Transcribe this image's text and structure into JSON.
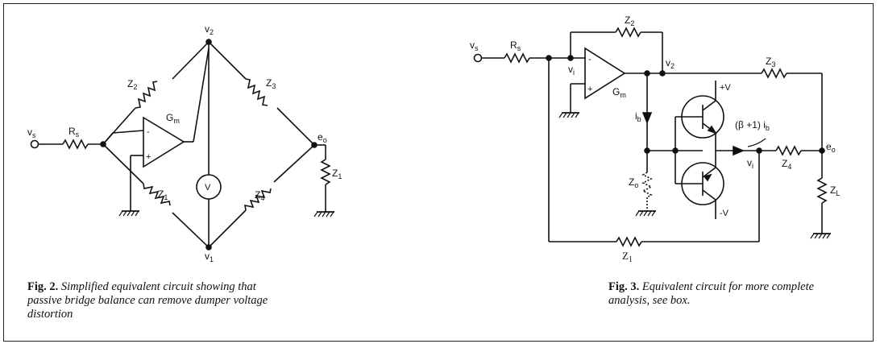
{
  "fig2": {
    "labels": {
      "vs": "v",
      "vs_sub": "s",
      "rs": "R",
      "rs_sub": "s",
      "z2": "Z",
      "z2_sub": "2",
      "gm": "G",
      "gm_sub": "m",
      "minus": "-",
      "plus": "+",
      "v2": "v",
      "v2_sub": "2",
      "z3": "Z",
      "z3_sub": "3",
      "eo": "e",
      "eo_sub": "o",
      "z1": "Z",
      "z1_sub": "1",
      "z1r": "Z",
      "z1r_sub": "1",
      "meter": "V",
      "z4": "Z",
      "z4_sub": "4",
      "v1": "v",
      "v1_sub": "1"
    },
    "caption": {
      "fig": "Fig. 2.",
      "text": "Simplified equivalent circuit showing that passive bridge balance can remove dumper voltage distortion"
    }
  },
  "fig3": {
    "labels": {
      "vs": "v",
      "vs_sub": "s",
      "rs": "R",
      "rs_sub": "s",
      "z2": "Z",
      "z2_sub": "2",
      "vi": "v",
      "vi_sub": "i",
      "minus": "-",
      "plus": "+",
      "gm": "G",
      "gm_sub": "m",
      "v2": "v",
      "v2_sub": "2",
      "z3": "Z",
      "z3_sub": "3",
      "ib": "i",
      "ib_sub": "b",
      "pv": "+V",
      "nv": "-V",
      "beta": "(β +1) i",
      "beta_sub": "b",
      "vi2": "v",
      "vi2_sub": "i",
      "z4": "Z",
      "z4_sub": "4",
      "eo": "e",
      "eo_sub": "o",
      "zo": "Z",
      "zo_sub": "o",
      "zl": "Z",
      "zl_sub": "L",
      "z1": "Z",
      "z1_sub": "1"
    },
    "caption": {
      "fig": "Fig. 3.",
      "text": "Equivalent circuit for more complete analysis, see box."
    }
  }
}
